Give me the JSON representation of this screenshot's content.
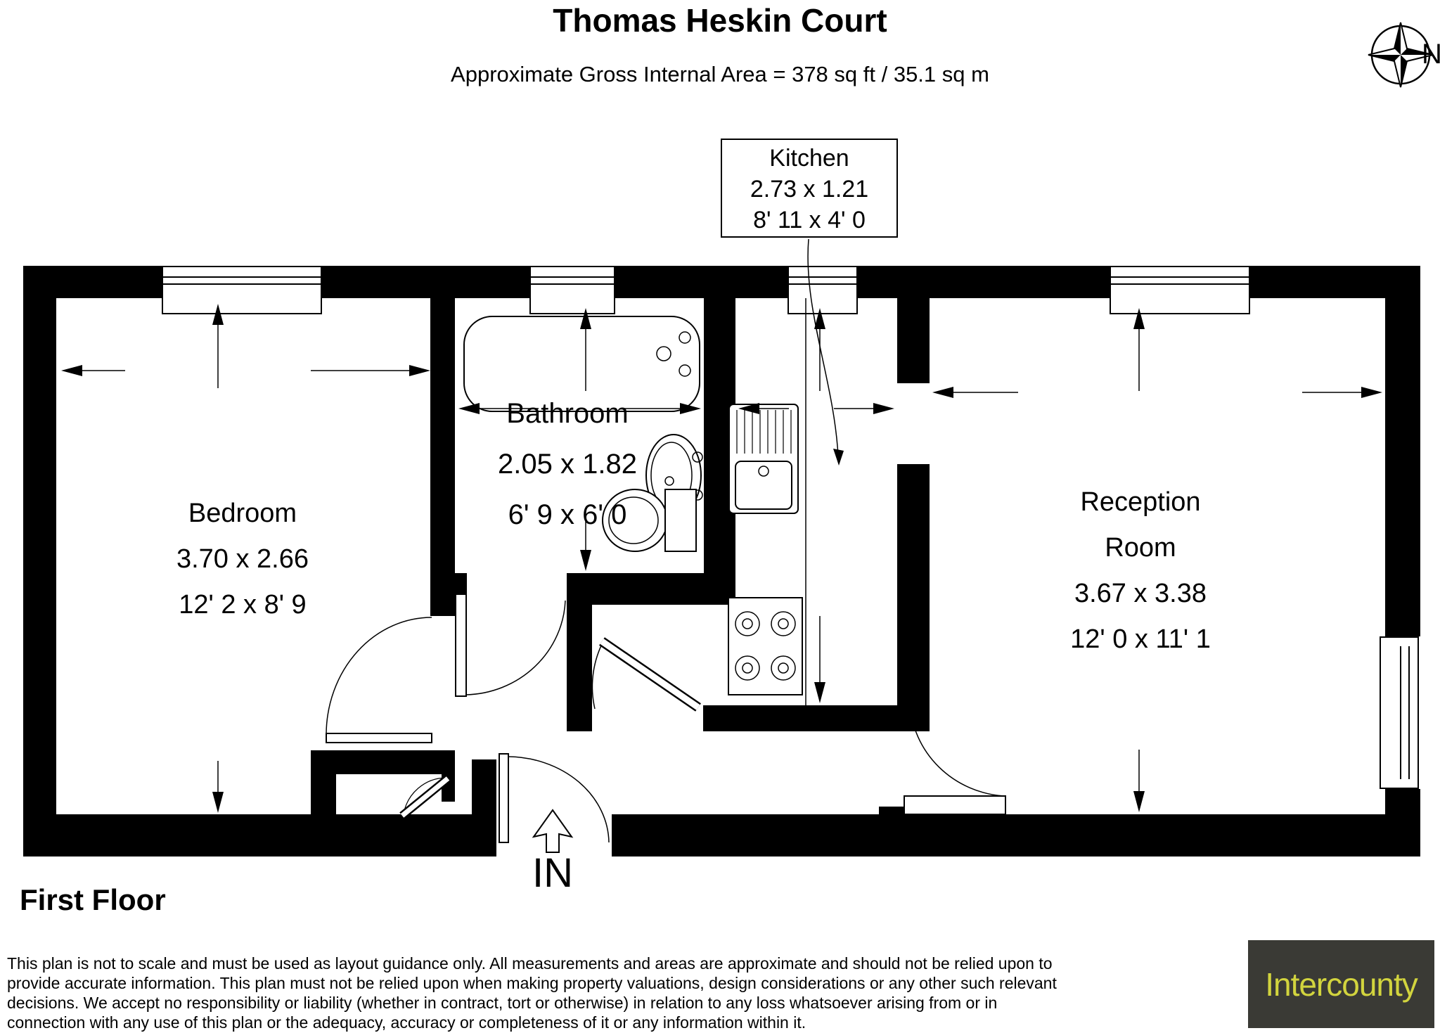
{
  "header": {
    "title": "Thomas Heskin Court",
    "subtitle": "Approximate Gross Internal Area = 378 sq ft / 35.1 sq m"
  },
  "compass": {
    "north_label": "N"
  },
  "rooms": {
    "kitchen": {
      "name": "Kitchen",
      "metric": "2.73 x 1.21",
      "imperial": "8' 11 x 4' 0"
    },
    "bedroom": {
      "name": "Bedroom",
      "metric": "3.70 x 2.66",
      "imperial": "12' 2 x 8' 9"
    },
    "bathroom": {
      "name": "Bathroom",
      "metric": "2.05 x 1.82",
      "imperial": "6' 9 x 6' 0"
    },
    "reception": {
      "name_line1": "Reception",
      "name_line2": "Room",
      "metric": "3.67 x 3.38",
      "imperial": "12' 0 x 11' 1"
    }
  },
  "entrance": {
    "label": "IN"
  },
  "floor": {
    "label": "First Floor"
  },
  "disclaimer": {
    "lines": [
      "This plan is not to scale and must be used as layout guidance only. All measurements and areas are approximate and should not be relied upon to",
      "provide accurate information. This plan must not be relied upon when making property valuations, design considerations or any other such relevant",
      "decisions. We accept no responsibility or liability (whether in contract, tort or otherwise) in relation to any loss whatsoever arising from or in",
      "connection with any use of this plan or the adequacy, accuracy or completeness of it or any information within it."
    ]
  },
  "logo": {
    "text": "Intercounty",
    "bg_color": "#3a3a35",
    "text_color": "#d2d43e"
  },
  "colors": {
    "wall": "#000000",
    "background": "#ffffff",
    "line": "#000000"
  }
}
